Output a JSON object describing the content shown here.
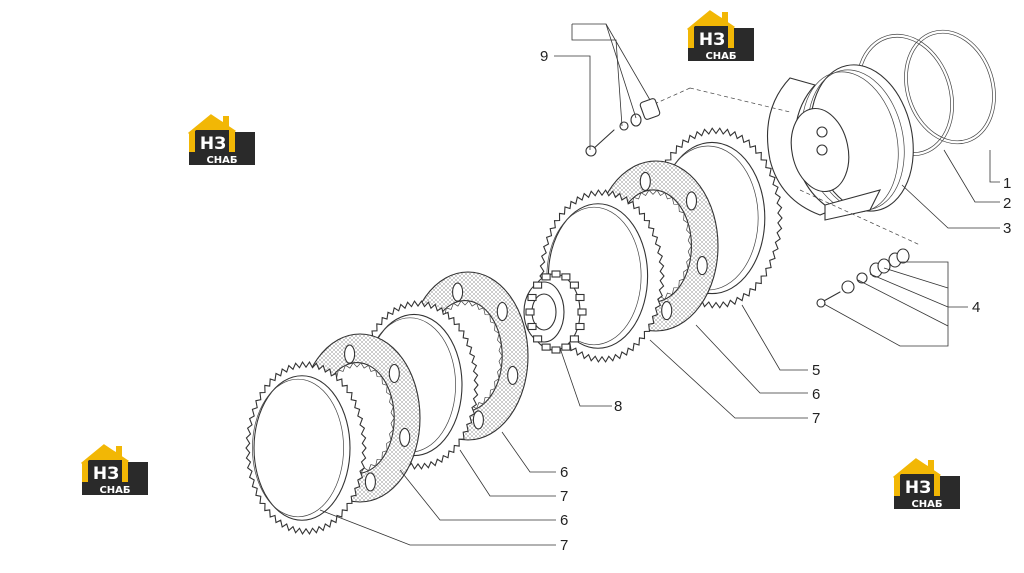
{
  "logo": {
    "top_text": "НЗ",
    "bottom_text": "СНАБ",
    "colors": {
      "roof": "#f2b705",
      "dark": "#2a2a2a",
      "text": "#ffffff"
    }
  },
  "callouts": [
    {
      "id": "c1",
      "label": "1"
    },
    {
      "id": "c2",
      "label": "2"
    },
    {
      "id": "c3",
      "label": "3"
    },
    {
      "id": "c4",
      "label": "4"
    },
    {
      "id": "c5",
      "label": "5"
    },
    {
      "id": "c6a",
      "label": "6"
    },
    {
      "id": "c7a",
      "label": "7"
    },
    {
      "id": "c8",
      "label": "8"
    },
    {
      "id": "c9",
      "label": "9"
    },
    {
      "id": "c6b",
      "label": "6"
    },
    {
      "id": "c7b",
      "label": "7"
    },
    {
      "id": "c6c",
      "label": "6"
    },
    {
      "id": "c7c",
      "label": "7"
    }
  ]
}
